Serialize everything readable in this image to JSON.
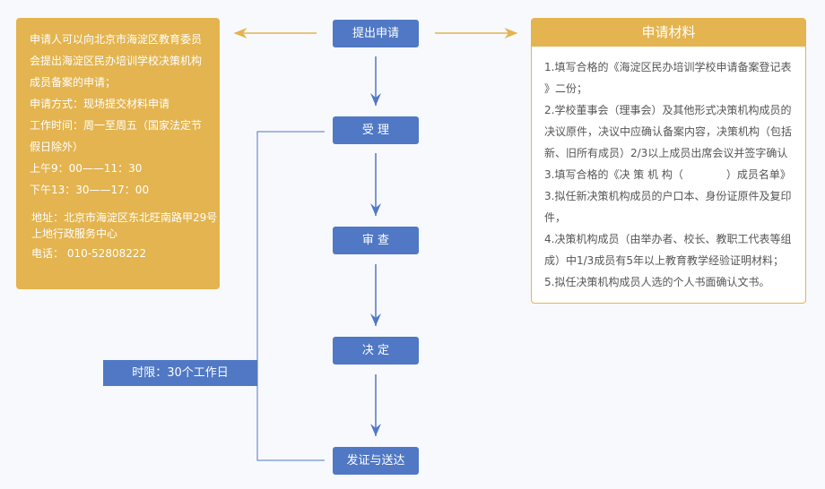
{
  "colors": {
    "gold": "#e3b44f",
    "blue": "#5078c4",
    "background": "#f8f9fd"
  },
  "steps": [
    "提出申请",
    "受 理",
    "审 查",
    "决 定",
    "发证与送达"
  ],
  "time_limit": "时限：30个工作日",
  "left_panel": {
    "lines": [
      "申请人可以向北京市海淀区教育委员",
      "会提出海淀区民办培训学校决策机构",
      "成员备案的申请；",
      "申请方式：现场提交材料申请",
      "工作时间：周一至周五（国家法定节",
      "假日除外）",
      "上午9：00——11：30",
      "下午13：30——17：00"
    ],
    "address_lines": [
      "地址：北京市海淀区东北旺南路甲29号",
      "上地行政服务中心"
    ],
    "phone": "电话： 010-52808222"
  },
  "right_panel": {
    "title": "申请材料",
    "lines": [
      "1.填写合格的《海淀区民办培训学校申请备案登记表",
      "》二份；",
      "2.学校董事会（理事会）及其他形式决策机构成员的",
      "决议原件，决议中应确认备案内容，决策机构（包括",
      "新、旧所有成员）2/3以上成员出席会议并签字确认",
      "3.填写合格的《决 策 机 构（　　　　）成员名单》",
      "3.拟任新决策机构成员的户口本、身份证原件及复印",
      "件，",
      "4.决策机构成员（由举办者、校长、教职工代表等组",
      "成）中1/3成员有5年以上教育教学经验证明材料；",
      "5.拟任决策机构成员人选的个人书面确认文书。"
    ]
  }
}
